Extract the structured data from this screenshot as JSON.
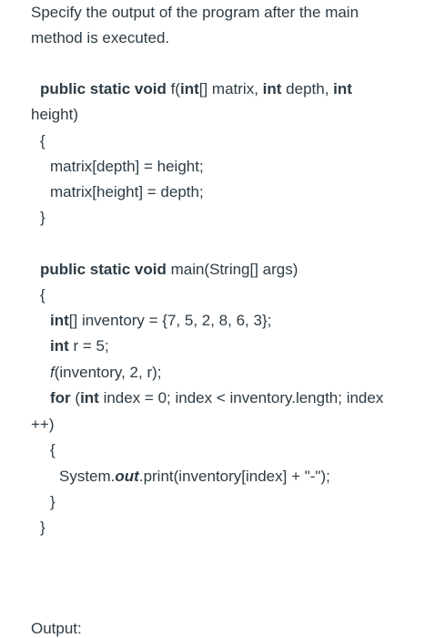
{
  "question": {
    "line1": "Specify the output of the program after the main",
    "line2": "method is executed."
  },
  "code": {
    "f_sig": {
      "kw1": "public static void",
      "name_open": " f(",
      "kw2": "int",
      "p1": "[] matrix, ",
      "kw3": "int",
      "p2": " depth, ",
      "kw4": "int"
    },
    "f_sig_cont": "height)",
    "open_brace": "{",
    "close_brace": "}",
    "f_body": {
      "line1": "matrix[depth] = height;",
      "line2": "matrix[height] = depth;"
    },
    "main_sig": {
      "kw": "public static void",
      "rest": " main(String[] args)"
    },
    "main_body": {
      "inv_kw": "int",
      "inv_rest": "[] inventory = {7, 5, 2, 8, 6, 3};",
      "r_kw": "int",
      "r_rest": " r = 5;",
      "call_name": "f",
      "call_rest": "(inventory, 2, r);",
      "for_kw": "for",
      "for_mid1": " (",
      "for_int": "int",
      "for_rest": " index = 0; index < inventory.length; index",
      "for_cont": "++)",
      "print_pre": "System.",
      "print_out": "out",
      "print_post": ".print(inventory[index] + \"-\");"
    }
  },
  "output_label": "Output:"
}
